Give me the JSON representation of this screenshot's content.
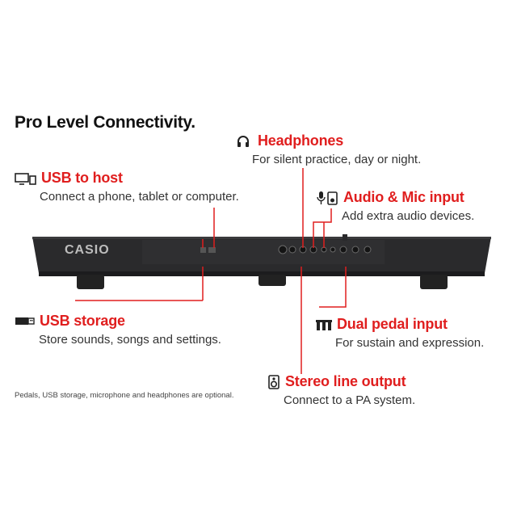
{
  "title": "Pro Level Connectivity.",
  "note": "Pedals, USB storage, microphone and headphones are optional.",
  "brand_logo": "CASIO",
  "accent_color": "#e01e1e",
  "features": {
    "headphones": {
      "label": "Headphones",
      "desc": "For silent practice, day or night.",
      "icon": "headphones-icon"
    },
    "usb_host": {
      "label": "USB to host",
      "desc": "Connect a phone, tablet or computer.",
      "icon": "computer-tablet-icon"
    },
    "audio_mic": {
      "label": "Audio & Mic input",
      "desc": "Add extra audio devices.",
      "icon": "microphone-audio-player-icon"
    },
    "usb_storage": {
      "label": "USB storage",
      "desc": "Store sounds, songs and settings.",
      "icon": "usb-drive-icon"
    },
    "dual_pedal": {
      "label": "Dual pedal input",
      "desc": "For sustain and expression.",
      "icon": "pedals-icon"
    },
    "stereo_out": {
      "label": "Stereo line output",
      "desc": "Connect to a PA system.",
      "icon": "speaker-icon"
    }
  }
}
